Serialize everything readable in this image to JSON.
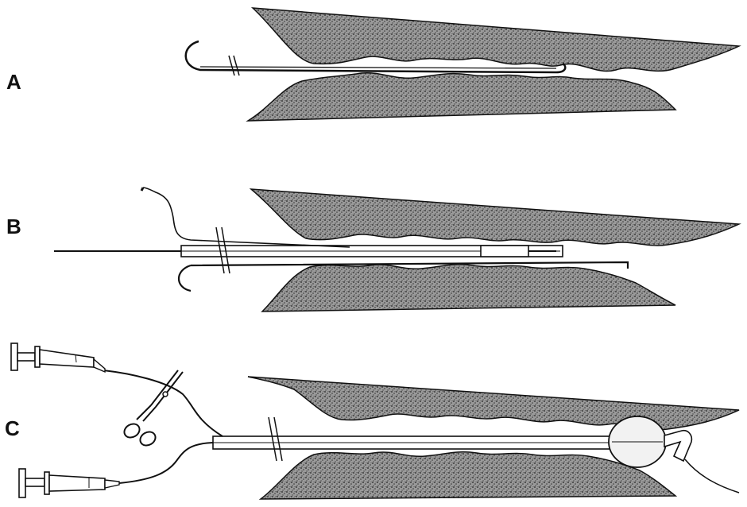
{
  "panels": [
    {
      "id": "A",
      "label": "A"
    },
    {
      "id": "B",
      "label": "B"
    },
    {
      "id": "C",
      "label": "C"
    }
  ],
  "colors": {
    "ink": "#111111",
    "tissue_fill": "#8a8a8a",
    "background": "#ffffff",
    "balloon": "#f2f2f2"
  },
  "icons": [
    "guidewire-icon",
    "catheter-icon",
    "syringe-icon",
    "hemostat-clamp-icon",
    "balloon-icon"
  ]
}
